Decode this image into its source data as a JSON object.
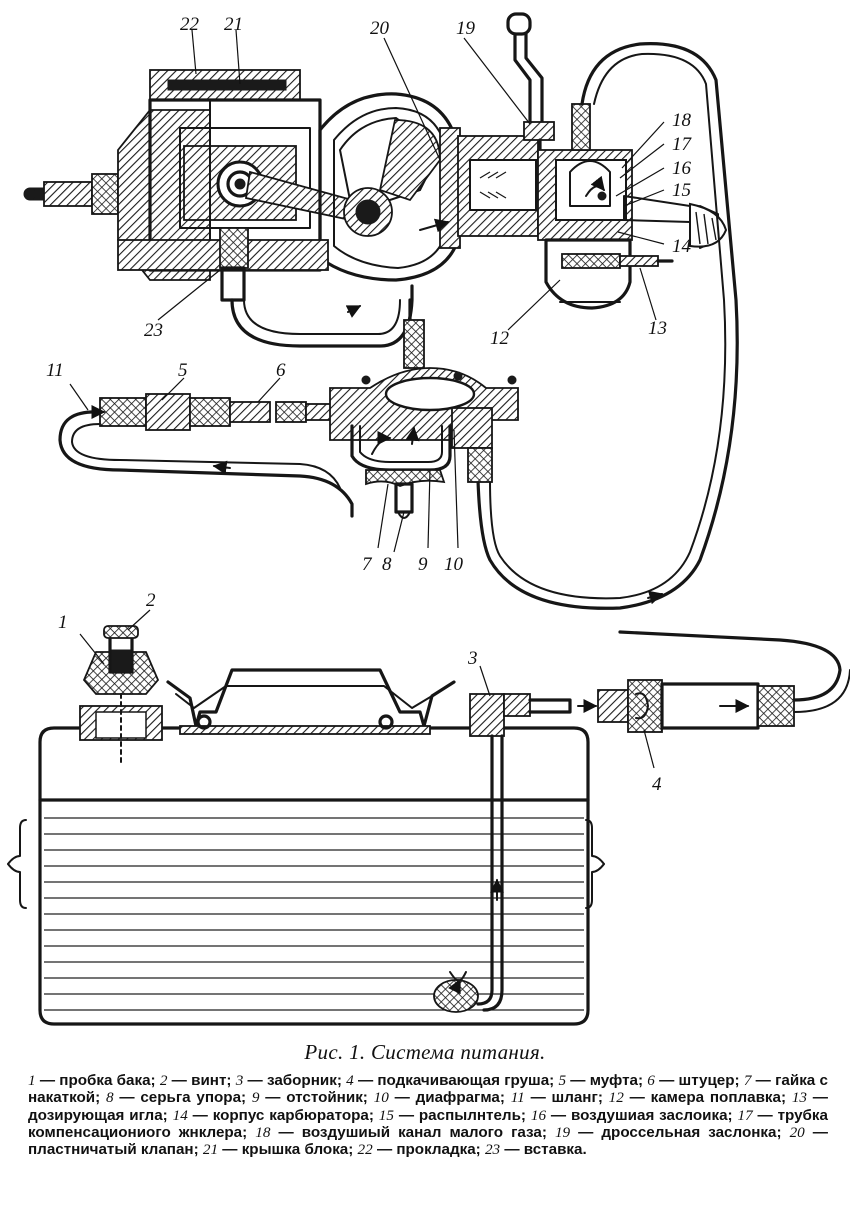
{
  "figure": {
    "caption": "Рис. 1. Система питания.",
    "callouts": [
      {
        "id": "1",
        "text": "1"
      },
      {
        "id": "2",
        "text": "2"
      },
      {
        "id": "3",
        "text": "3"
      },
      {
        "id": "4",
        "text": "4"
      },
      {
        "id": "5",
        "text": "5"
      },
      {
        "id": "6",
        "text": "6"
      },
      {
        "id": "7",
        "text": "7"
      },
      {
        "id": "8",
        "text": "8"
      },
      {
        "id": "9",
        "text": "9"
      },
      {
        "id": "10",
        "text": "10"
      },
      {
        "id": "11",
        "text": "11"
      },
      {
        "id": "12",
        "text": "12"
      },
      {
        "id": "13",
        "text": "13"
      },
      {
        "id": "14",
        "text": "14"
      },
      {
        "id": "15",
        "text": "15"
      },
      {
        "id": "16",
        "text": "16"
      },
      {
        "id": "17",
        "text": "17"
      },
      {
        "id": "18",
        "text": "18"
      },
      {
        "id": "19",
        "text": "19"
      },
      {
        "id": "20",
        "text": "20"
      },
      {
        "id": "21",
        "text": "21"
      },
      {
        "id": "22",
        "text": "22"
      },
      {
        "id": "23",
        "text": "23"
      }
    ],
    "legend": [
      {
        "num": "1",
        "text": "пробка бака"
      },
      {
        "num": "2",
        "text": "винт"
      },
      {
        "num": "3",
        "text": "заборник"
      },
      {
        "num": "4",
        "text": "подкачивающая груша"
      },
      {
        "num": "5",
        "text": "муфта"
      },
      {
        "num": "6",
        "text": "штуцер"
      },
      {
        "num": "7",
        "text": "гайка с накаткой"
      },
      {
        "num": "8",
        "text": "серьга упора"
      },
      {
        "num": "9",
        "text": "отстойник"
      },
      {
        "num": "10",
        "text": "диафрагма"
      },
      {
        "num": "11",
        "text": "шланг"
      },
      {
        "num": "12",
        "text": "камера поплавка"
      },
      {
        "num": "13",
        "text": "дозирующая игла"
      },
      {
        "num": "14",
        "text": "корпус карбюратора"
      },
      {
        "num": "15",
        "text": "распылнтель"
      },
      {
        "num": "16",
        "text": "воздушиая заслоика"
      },
      {
        "num": "17",
        "text": "трубка компенсациониого жнклера"
      },
      {
        "num": "18",
        "text": "воздушиый канал малого газа"
      },
      {
        "num": "19",
        "text": "дроссельная заслонка"
      },
      {
        "num": "20",
        "text": "пластничатый клапан"
      },
      {
        "num": "21",
        "text": "крышка блока"
      },
      {
        "num": "22",
        "text": "прокладка"
      },
      {
        "num": "23",
        "text": "вставка"
      }
    ]
  }
}
